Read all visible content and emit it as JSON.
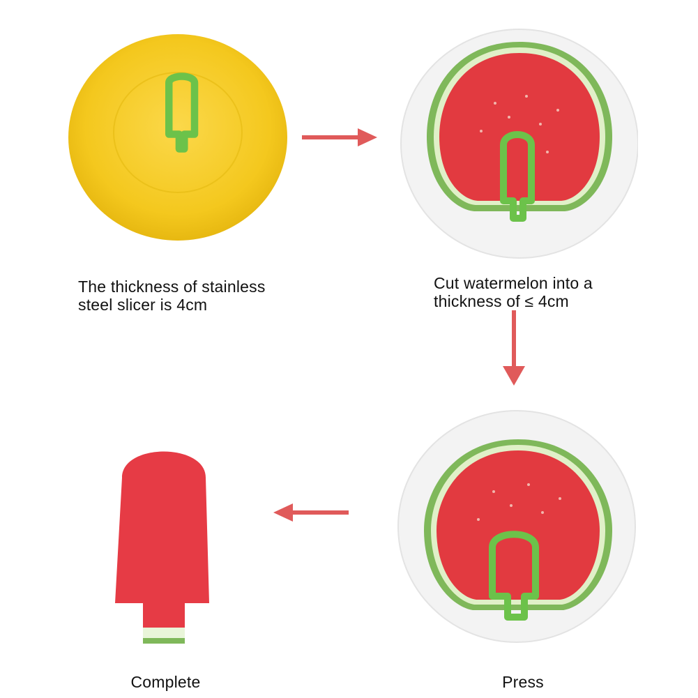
{
  "steps": [
    {
      "caption_lines": [
        "The thickness of stainless",
        "steel slicer is 4cm"
      ]
    },
    {
      "caption_lines": [
        "Cut watermelon into a",
        "thickness of ≤ 4cm"
      ]
    },
    {
      "caption": "Press"
    },
    {
      "caption": "Complete"
    }
  ],
  "colors": {
    "arrow": "#e05a5a",
    "cutter": "#6cc24a",
    "yellow_plate": "#f4c81e",
    "white_plate": "#f4f4f4",
    "melon_flesh": "#e5393f",
    "melon_rind": "#8fc46a"
  }
}
